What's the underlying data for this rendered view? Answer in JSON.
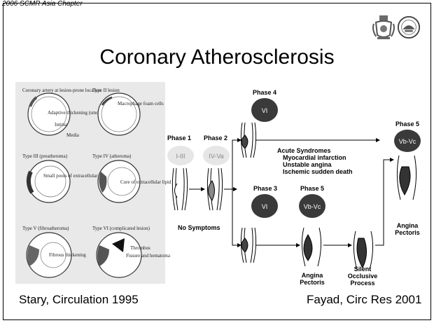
{
  "header": {
    "note": "2006 SCMR Asia Chapter"
  },
  "title": "Coronary Atherosclerosis",
  "logos": [
    {
      "name": "emblem-icon",
      "color": "#5a5a5a"
    },
    {
      "name": "foundation-seal-icon",
      "color": "#5a5a5a"
    }
  ],
  "stary": {
    "caption": "Stary, Circulation 1995",
    "panels": [
      {
        "title": "Coronary artery at lesion-prone location",
        "labels": [
          "Adaptive thickening (smooth muscle)",
          "Intima",
          "Media"
        ]
      },
      {
        "title": "Type II lesion",
        "labels": [
          "Macrophage foam cells"
        ]
      },
      {
        "title": "Type III (preatheroma)",
        "labels": [
          "Small pools of extracellular lipid"
        ]
      },
      {
        "title": "Type IV (atheroma)",
        "labels": [
          "Core of extracellular lipid"
        ]
      },
      {
        "title": "Type V (fibroatheroma)",
        "labels": [
          "Fibrous thickening"
        ]
      },
      {
        "title": "Type VI (complicated lesion)",
        "labels": [
          "Thrombus",
          "Fissure and hematoma"
        ]
      }
    ]
  },
  "fayad": {
    "caption": "Fayad, Circ Res 2001",
    "phases": {
      "p1": {
        "label": "Phase 1",
        "value": "I-III"
      },
      "p2": {
        "label": "Phase 2",
        "value": "IV-Va"
      },
      "p3": {
        "label": "Phase 3",
        "value": "VI"
      },
      "p4": {
        "label": "Phase 4",
        "value": "VI"
      },
      "p5a": {
        "label": "Phase 5",
        "value": "Vb-Vc"
      },
      "p5b": {
        "label": "Phase 5",
        "value": "Vb-Vc"
      }
    },
    "acute": [
      "Acute Syndromes",
      "Myocardial infarction",
      "Unstable angina",
      "Ischemic sudden death"
    ],
    "no_symptoms": "No Symptoms",
    "angina_lower": [
      "Angina",
      "Pectoris"
    ],
    "angina_right": [
      "Angina",
      "Pectoris"
    ],
    "silent": [
      "Silent",
      "Occlusive",
      "Process"
    ],
    "colors": {
      "dark_oval": "#3a3a3a",
      "light_oval": "#e6e6e6",
      "light_text": "#888888",
      "dark_text": "#ffffff"
    }
  }
}
